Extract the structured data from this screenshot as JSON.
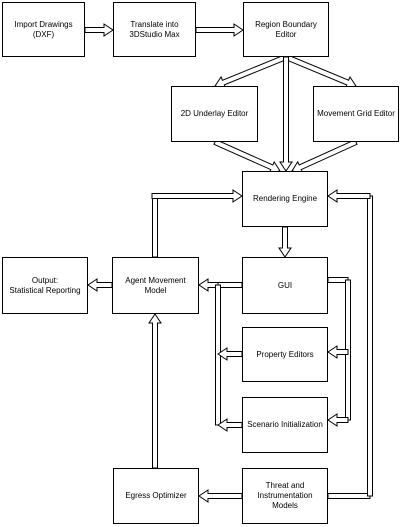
{
  "diagram": {
    "nodes": {
      "import_drawings": "Import Drawings\n(DXF)",
      "translate_3ds": "Translate into\n3DStudio Max",
      "region_boundary": "Region Boundary\nEditor",
      "underlay_editor": "2D Underlay Editor",
      "movement_grid": "Movement Grid Editor",
      "rendering_engine": "Rendering Engine",
      "output_reporting": "Output:\nStatistical Reporting",
      "agent_movement": "Agent Movement\nModel",
      "gui": "GUI",
      "property_editors": "Property Editors",
      "scenario_init": "Scenario Initialization",
      "egress_optimizer": "Egress Optimizer",
      "threat_models": "Threat and\nInstrumentation\nModels"
    },
    "edges": [
      {
        "from": "import_drawings",
        "to": "translate_3ds"
      },
      {
        "from": "translate_3ds",
        "to": "region_boundary"
      },
      {
        "from": "region_boundary",
        "to": "underlay_editor"
      },
      {
        "from": "region_boundary",
        "to": "movement_grid"
      },
      {
        "from": "region_boundary",
        "to": "rendering_engine"
      },
      {
        "from": "underlay_editor",
        "to": "rendering_engine"
      },
      {
        "from": "movement_grid",
        "to": "rendering_engine"
      },
      {
        "from": "rendering_engine",
        "to": "gui"
      },
      {
        "from": "agent_movement",
        "to": "rendering_engine"
      },
      {
        "from": "agent_movement",
        "to": "output_reporting"
      },
      {
        "from": "gui",
        "to": "agent_movement"
      },
      {
        "from": "property_editors",
        "to": "agent_movement"
      },
      {
        "from": "scenario_init",
        "to": "agent_movement"
      },
      {
        "from": "gui",
        "to": "property_editors"
      },
      {
        "from": "gui",
        "to": "scenario_init"
      },
      {
        "from": "threat_models",
        "to": "rendering_engine"
      },
      {
        "from": "threat_models",
        "to": "egress_optimizer"
      },
      {
        "from": "egress_optimizer",
        "to": "agent_movement"
      }
    ]
  },
  "style": {
    "stroke": "#000000",
    "fill": "#ffffff"
  }
}
